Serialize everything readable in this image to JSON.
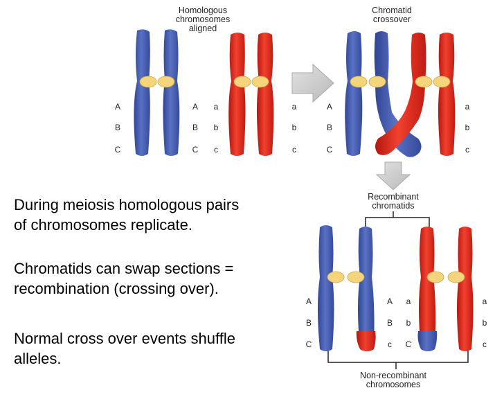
{
  "captions": {
    "aligned": [
      "Homologous",
      "chromosomes",
      "aligned"
    ],
    "crossover": [
      "Chromatid",
      "crossover"
    ],
    "recombinant": [
      "Recombinant",
      "chromatids"
    ],
    "nonrecombinant": [
      "Non-recombinant",
      "chromosomes"
    ]
  },
  "alleles": {
    "dominant": [
      "A",
      "B",
      "C"
    ],
    "recessive": [
      "a",
      "b",
      "c"
    ]
  },
  "text": {
    "p1": [
      "During meiosis homologous pairs",
      "of chromosomes replicate."
    ],
    "p2": [
      "Chromatids can swap sections =",
      "recombination (crossing over)."
    ],
    "p3": [
      "Normal cross over events shuffle",
      "alleles."
    ]
  },
  "colors": {
    "blue": "#4a62b4",
    "blue_dark": "#2e4391",
    "red": "#e4251b",
    "red_dark": "#a8140e",
    "centromere": "#f5d57c",
    "arrow": "#cfcfcf"
  }
}
